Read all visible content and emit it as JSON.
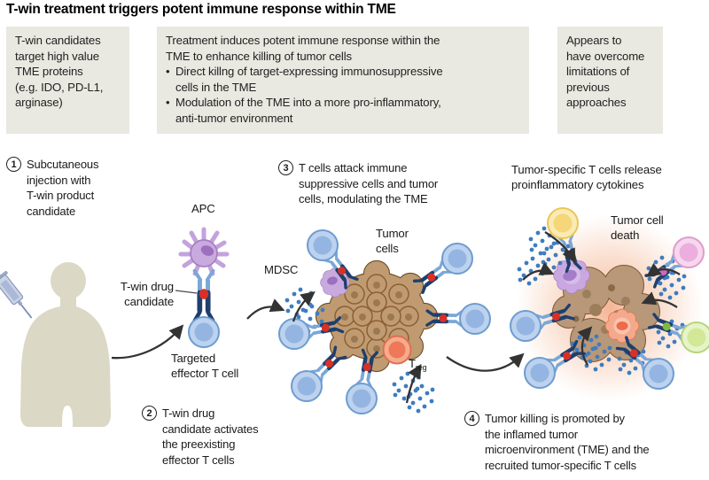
{
  "title": "T-win treatment triggers potent immune response within TME",
  "bullet_char": "•",
  "boxes": {
    "left": {
      "text": "T-win candidates\ntarget high value\nTME proteins\n(e.g. IDO, PD-L1,\narginase)"
    },
    "middle": {
      "intro": "Treatment induces potent immune response within the\nTME to enhance killing of tumor cells",
      "bullets": [
        {
          "text": "Direct killng of target-expressing immunosuppressive\ncells in the TME"
        },
        {
          "text": "Modulation of the TME into a more pro-inflammatory,\nanti-tumor environment"
        }
      ]
    },
    "right": {
      "text": "Appears to\nhave overcome\nlimitations of\nprevious\napproaches"
    }
  },
  "steps": {
    "one": {
      "num": "1",
      "text": "Subcutaneous\ninjection with\nT-win product\ncandidate"
    },
    "two": {
      "num": "2",
      "text": "T-win drug\ncandidate activates\nthe preexisting\neffector T cells"
    },
    "three": {
      "num": "3",
      "text": "T cells attack immune\nsuppressive cells and tumor\ncells, modulating the TME"
    },
    "four": {
      "num": "4",
      "text": "Tumor killing is promoted by\nthe inflamed tumor\nmicroenvironment (TME) and the\nrecruited tumor-specific T cells"
    }
  },
  "labels": {
    "apc": "APC",
    "twin_drug": "T-win drug\ncandidate",
    "targeted": "Targeted\neffector T cell",
    "tumor_cells": "Tumor\ncells",
    "mdsc": "MDSC",
    "treg_main": "T",
    "treg_sub": "reg",
    "tumor_specific": "Tumor-specific T cells release\nproinflammatory cytokines",
    "tumor_death": "Tumor cell\ndeath"
  },
  "colors": {
    "box_bg": "#e9e8e1",
    "silhouette": "#dcd8c6",
    "tcell_blue": "#bcd2ee",
    "receptor_navy": "#1e3f6e",
    "receptor_lightblue": "#7aa7d8",
    "drug_red": "#d93025",
    "cytokine_blue": "#3e7cc0",
    "tumor_tan": "#c09b72",
    "mdsc_purple": "#c9aade",
    "treg_orange": "#f5ab8e",
    "glow_peach": "#f2a47e",
    "yellow_cell": "#f5d678",
    "pink_cell": "#ebaede",
    "green_cell": "#d3e897",
    "arrow": "#333333"
  }
}
